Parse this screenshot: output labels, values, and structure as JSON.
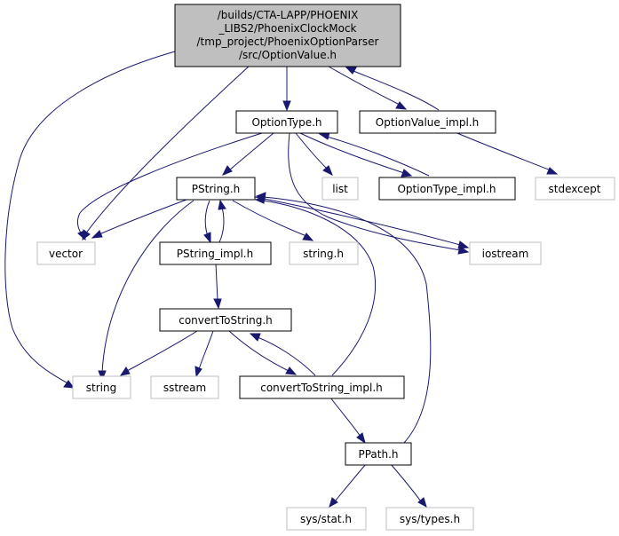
{
  "colors": {
    "edge": "#191970",
    "root_fill": "#bfbfbf",
    "root_stroke": "#000000",
    "local_stroke": "#000000",
    "system_stroke": "#bfbfbf",
    "system_text": "#000000"
  },
  "graph": {
    "root_lines": [
      "/builds/CTA-LAPP/PHOENIX",
      "_LIBS2/PhoenixClockMock",
      "/tmp_project/PhoenixOptionParser",
      "/src/OptionValue.h"
    ],
    "nodes": {
      "optiontype": "OptionType.h",
      "optionvalue_impl": "OptionValue_impl.h",
      "pstring": "PString.h",
      "list": "list",
      "optiontype_impl": "OptionType_impl.h",
      "stdexcept": "stdexcept",
      "vector": "vector",
      "pstring_impl": "PString_impl.h",
      "string_h": "string.h",
      "iostream": "iostream",
      "converttostring": "convertToString.h",
      "string": "string",
      "sstream": "sstream",
      "converttostring_impl": "convertToString_impl.h",
      "ppath": "PPath.h",
      "sys_stat": "sys/stat.h",
      "sys_types": "sys/types.h"
    }
  }
}
